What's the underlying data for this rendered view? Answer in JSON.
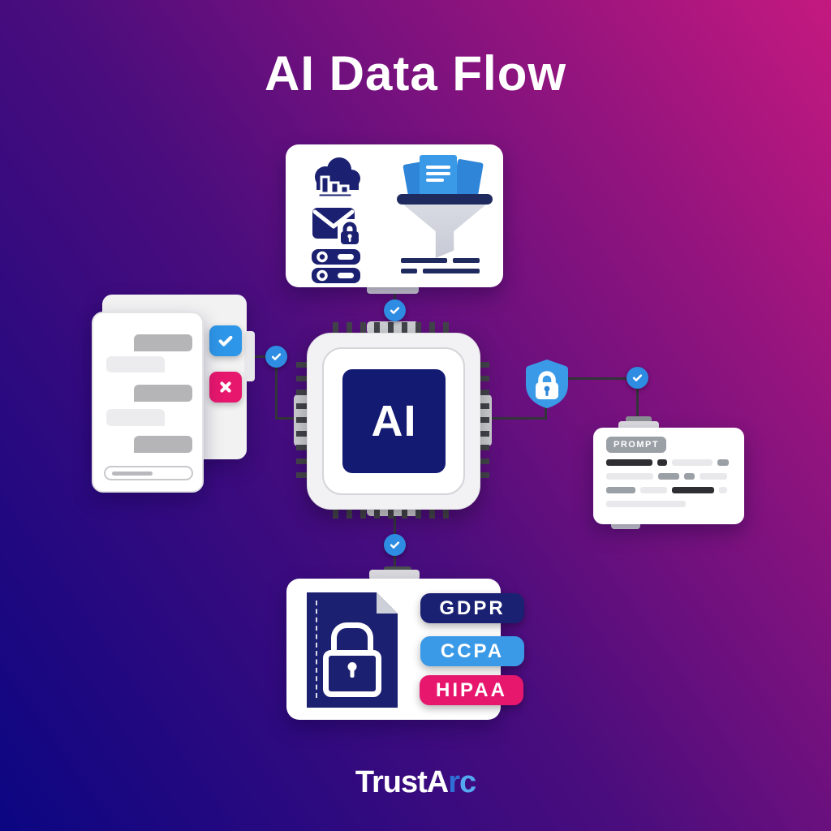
{
  "title": "AI Data Flow",
  "chip": {
    "label": "AI"
  },
  "cards": {
    "sources": {
      "icons": [
        "cloud-analytics-icon",
        "mail-lock-icon",
        "database-icon",
        "document-funnel-icon"
      ]
    },
    "chat_review": {
      "icons": [
        "approve-check-icon",
        "reject-x-icon"
      ]
    },
    "prompt": {
      "tag": "PROMPT"
    },
    "compliance": {
      "badges": [
        {
          "label": "GDPR",
          "color": "#1a2173"
        },
        {
          "label": "CCPA",
          "color": "#3b9ae8"
        },
        {
          "label": "HIPAA",
          "color": "#e7176e"
        }
      ]
    }
  },
  "checkpoints": {
    "count": 4,
    "icon": "check-circle-icon",
    "color": "#2e8ce2"
  },
  "security": {
    "icon": "shield-lock-icon",
    "color": "#3b9ae8"
  },
  "logo": {
    "part_white": "TrustA",
    "part_blue": "r",
    "part_lightblue": "c"
  },
  "colors": {
    "gradient_bottom_left": "#0b0682",
    "gradient_top_right": "#c4197f",
    "navy": "#1b2070",
    "blue": "#3b9ae8",
    "pink": "#e7176e",
    "connector": "#33343a",
    "chip_core": "#131a72"
  }
}
